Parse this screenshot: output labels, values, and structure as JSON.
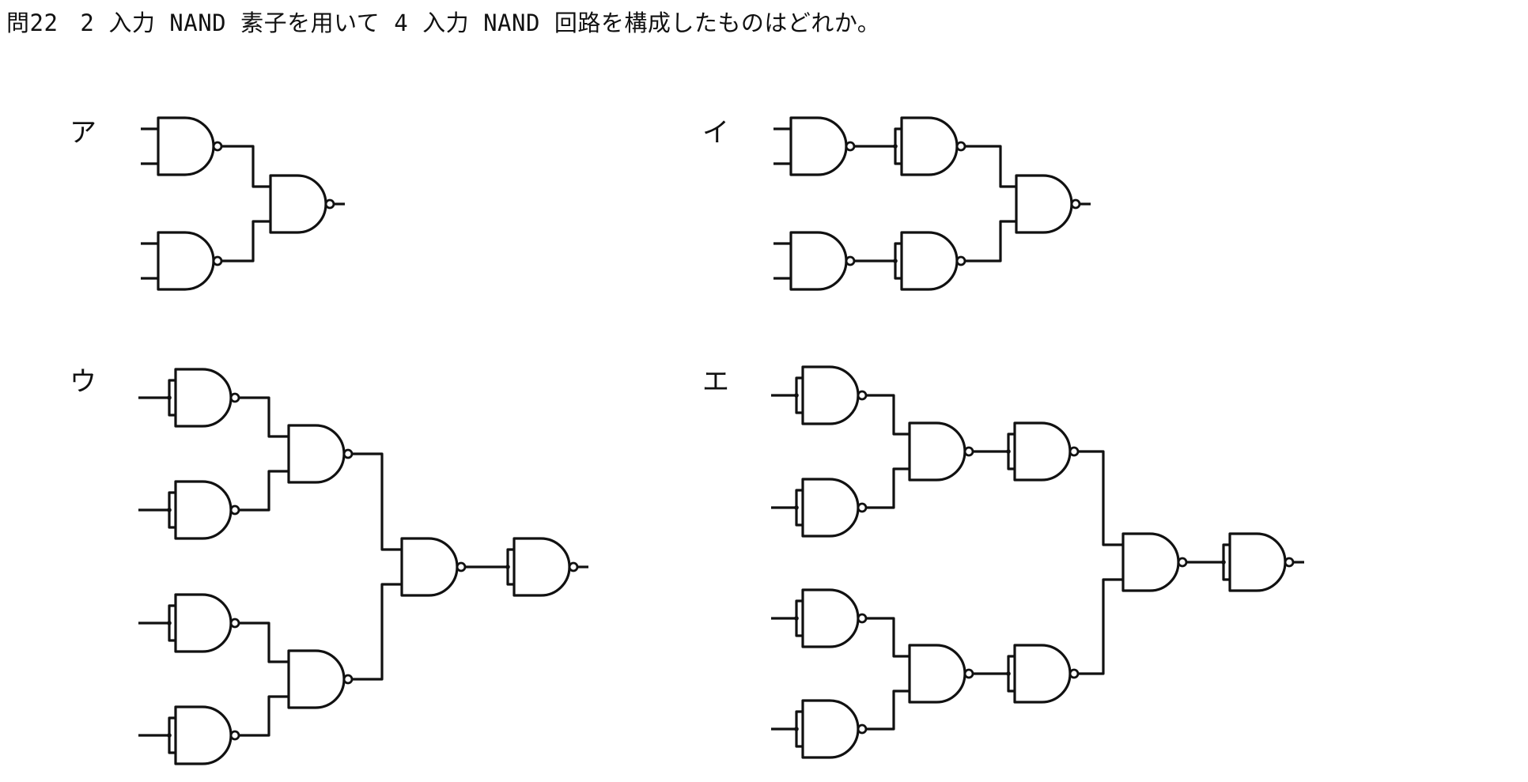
{
  "question": {
    "number": "問22",
    "text": "2 入力 NAND 素子を用いて 4 入力 NAND 回路を構成したものはどれか。"
  },
  "options": [
    {
      "id": "a",
      "label": "ア",
      "description": "四つの入力を2個の2入力NANDで受け、その出力を1個の2入力NANDに入力"
    },
    {
      "id": "i",
      "label": "イ",
      "description": "各2入力NANDの後に入力短絡NAND（インバータ）を付け、その出力を2入力NANDに入力"
    },
    {
      "id": "u",
      "label": "ウ",
      "description": "各入力を短絡NANDで受け、2段のNANDで結合し、最後にインバータNANDを付加"
    },
    {
      "id": "e",
      "label": "エ",
      "description": "短絡NAND入力、2段の2入力NANDと各段後のインバータNAND、最後にインバータNAND"
    }
  ]
}
